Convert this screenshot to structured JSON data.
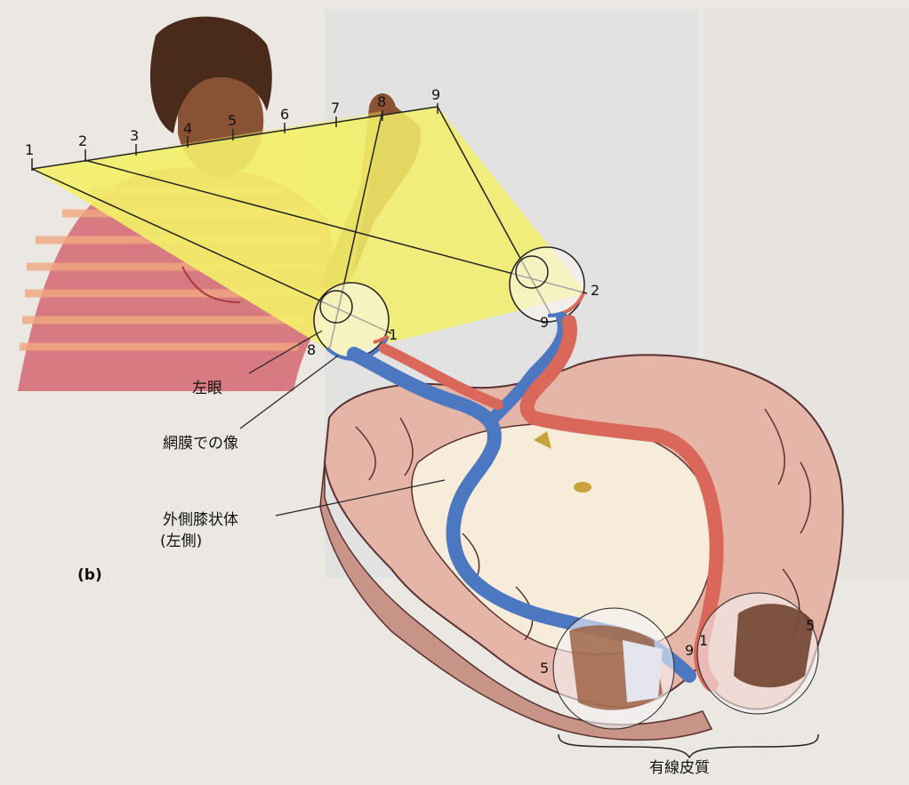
{
  "panel_label": "(b)",
  "labels": {
    "left_eye": "左眼",
    "retinal_image": "網膜での像",
    "lgn_line1": "外側膝状体",
    "lgn_line2": "(左側)",
    "striate_cortex": "有線皮質"
  },
  "visual_field_numbers": [
    "1",
    "2",
    "3",
    "4",
    "5",
    "6",
    "7",
    "8",
    "9"
  ],
  "eye_left_numbers": {
    "outer": "8",
    "inner": "1"
  },
  "eye_right_numbers": {
    "outer": "2",
    "inner": "9"
  },
  "cortex_left_numbers": {
    "outer": "5",
    "inner": "9"
  },
  "cortex_right_numbers": {
    "outer": "5",
    "inner": "1"
  },
  "colors": {
    "field": "#f3ef6a",
    "left_pathway": "#4c78c2",
    "right_pathway": "#d9685a",
    "brain_gray": "#e5b5a8",
    "brain_white": "#f6ecd9"
  }
}
